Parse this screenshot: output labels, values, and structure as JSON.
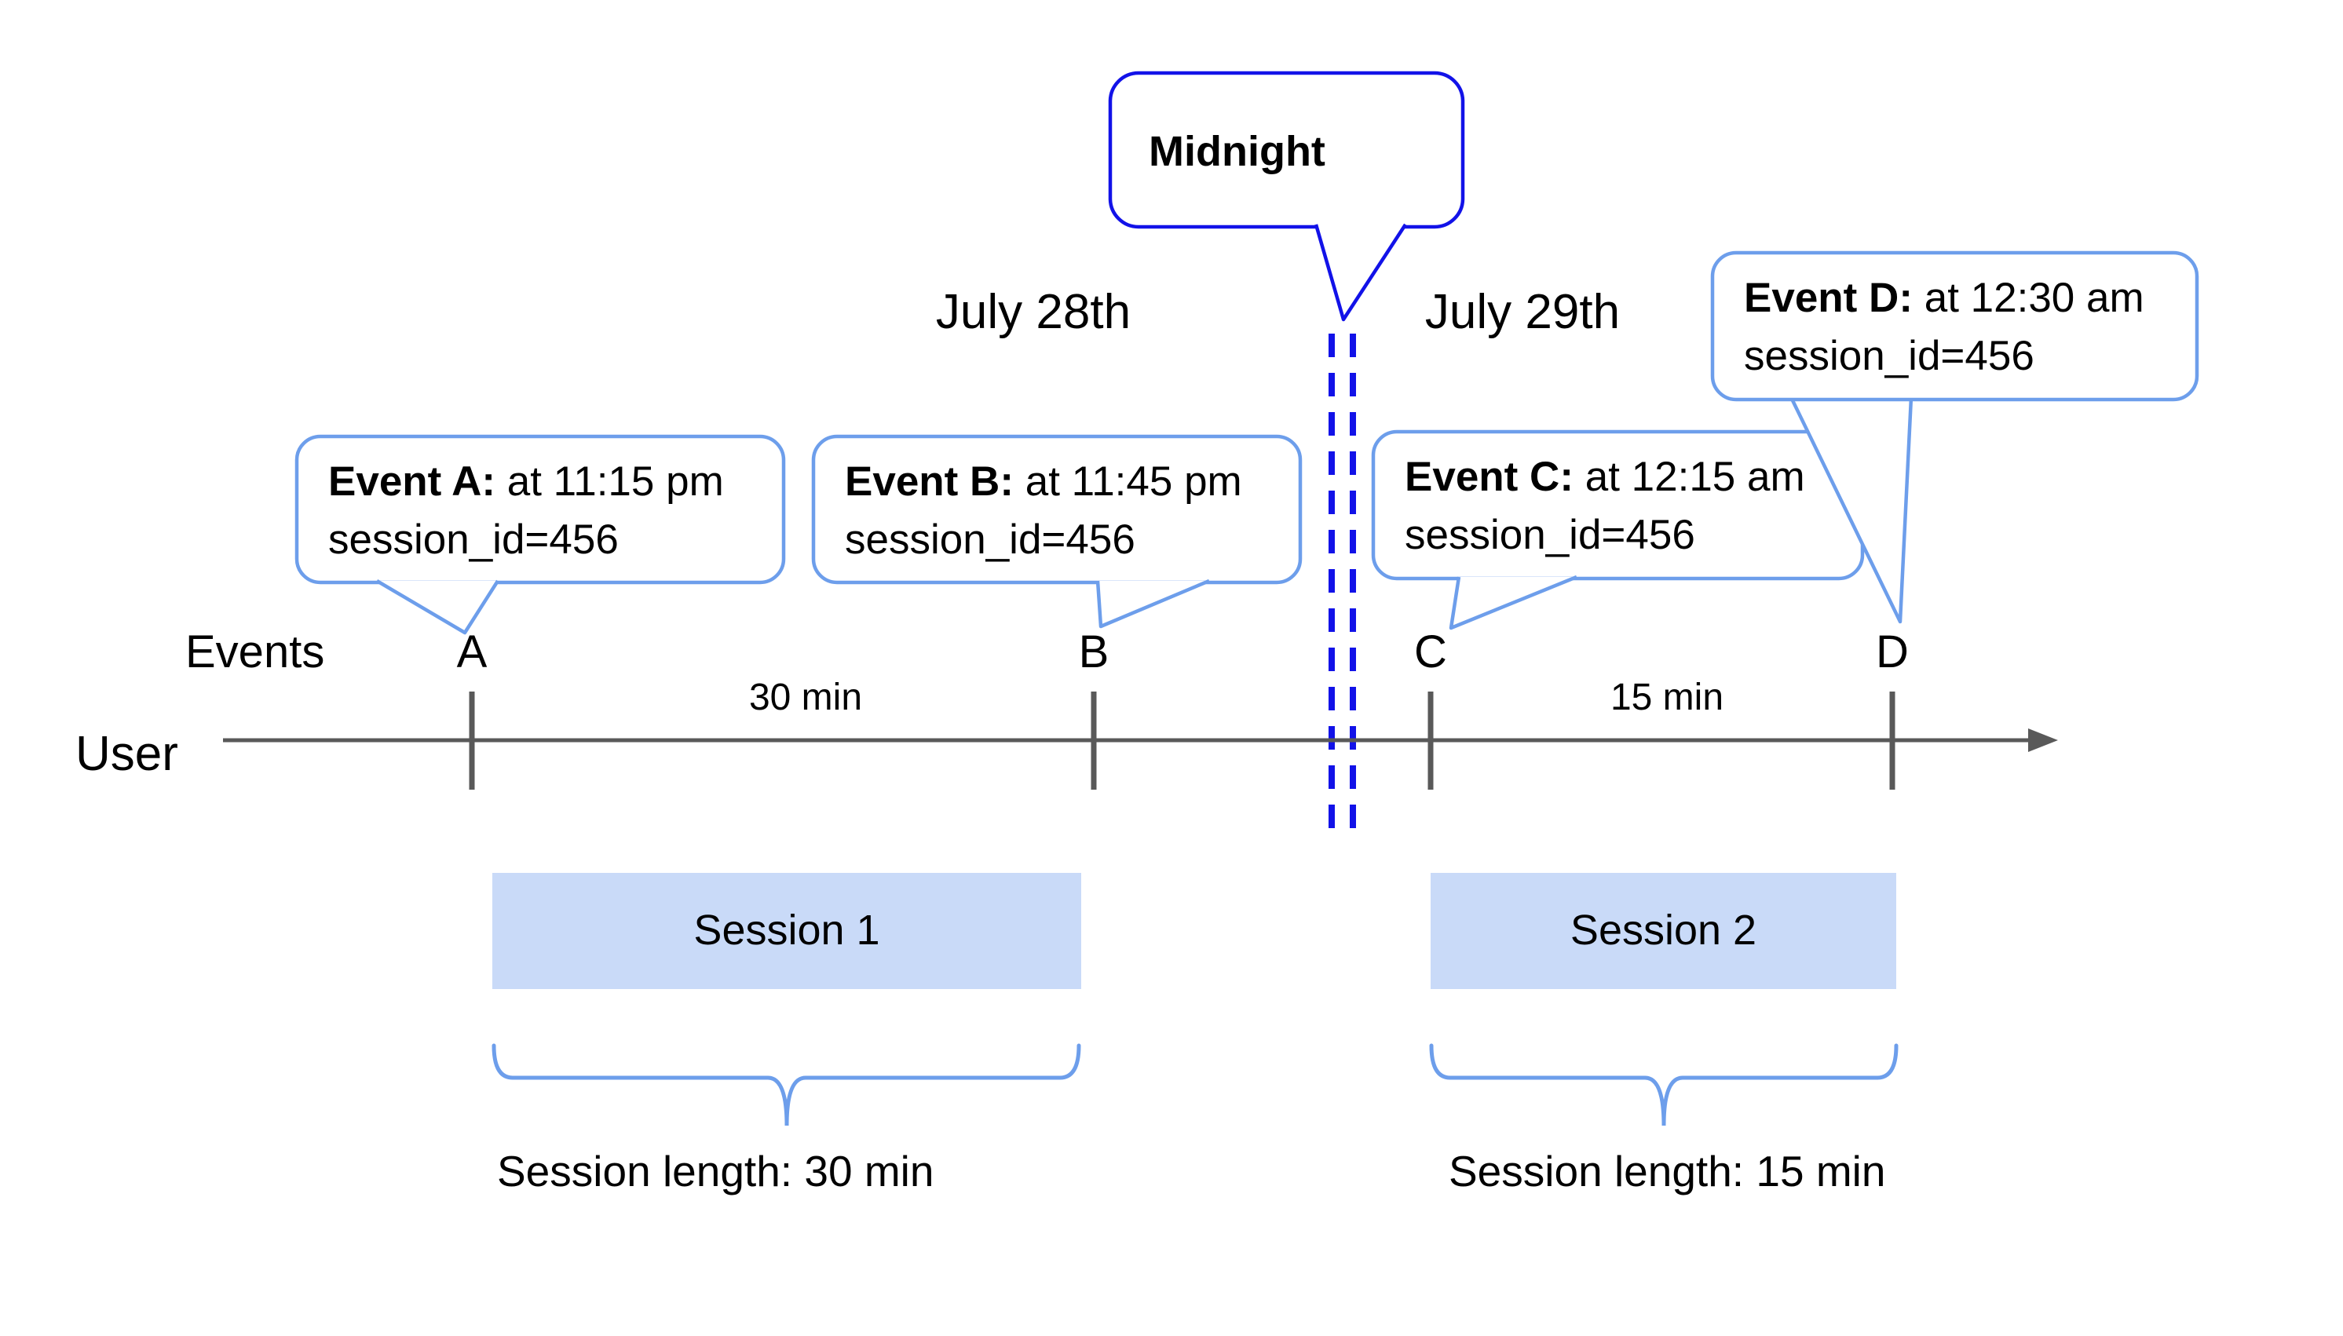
{
  "dates": {
    "left": "July 28th",
    "right": "July 29th"
  },
  "midnight": {
    "label": "Midnight"
  },
  "axis": {
    "events_label": "Events",
    "user_label": "User",
    "interval_left": "30 min",
    "interval_right": "15 min"
  },
  "events": [
    {
      "letter": "A",
      "title": "Event A:",
      "time": "at 11:15 pm",
      "session": "session_id=456"
    },
    {
      "letter": "B",
      "title": "Event B:",
      "time": "at 11:45 pm",
      "session": "session_id=456"
    },
    {
      "letter": "C",
      "title": "Event C:",
      "time": "at 12:15 am",
      "session": "session_id=456"
    },
    {
      "letter": "D",
      "title": "Event D:",
      "time": "at 12:30 am",
      "session": "session_id=456"
    }
  ],
  "sessions": [
    {
      "name": "Session 1",
      "length_label": "Session length: 30 min"
    },
    {
      "name": "Session 2",
      "length_label": "Session length: 15 min"
    }
  ],
  "colors": {
    "accent_blue": "#1212e8",
    "callout_blue": "#6d9eeb",
    "session_fill": "#c9daf8",
    "axis_gray": "#595959"
  }
}
